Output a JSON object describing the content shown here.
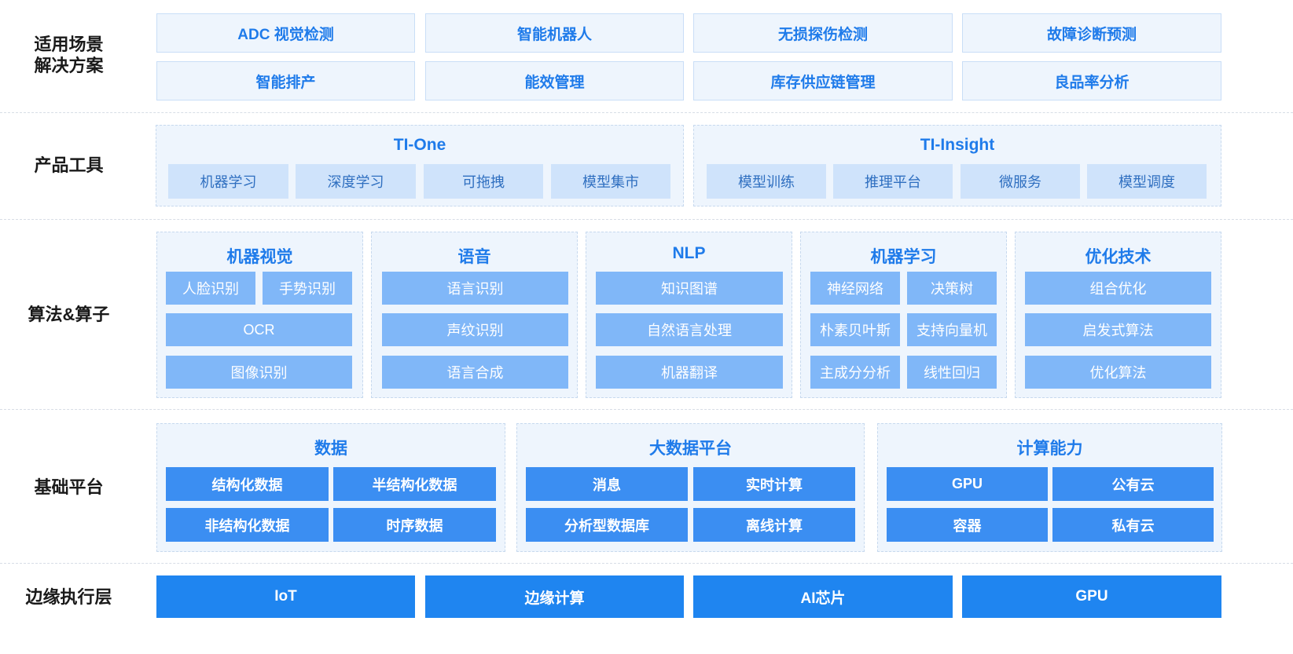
{
  "rows": {
    "scenarios": {
      "label": "适用场景\n解决方案"
    },
    "products": {
      "label": "产品工具"
    },
    "algorithms": {
      "label": "算法&算子"
    },
    "platform": {
      "label": "基础平台"
    },
    "edge": {
      "label": "边缘执行层"
    }
  },
  "scenarios": [
    "ADC 视觉检测",
    "智能机器人",
    "无损探伤检测",
    "故障诊断预测",
    "智能排产",
    "能效管理",
    "库存供应链管理",
    "良品率分析"
  ],
  "products": [
    {
      "title": "TI-One",
      "items": [
        "机器学习",
        "深度学习",
        "可拖拽",
        "模型集市"
      ]
    },
    {
      "title": "TI-Insight",
      "items": [
        "模型训练",
        "推理平台",
        "微服务",
        "模型调度"
      ]
    }
  ],
  "algorithms": [
    {
      "title": "机器视觉",
      "items": [
        "人脸识别",
        "手势识别",
        "OCR",
        "图像识别"
      ]
    },
    {
      "title": "语音",
      "items": [
        "语言识别",
        "声纹识别",
        "语言合成"
      ]
    },
    {
      "title": "NLP",
      "items": [
        "知识图谱",
        "自然语言处理",
        "机器翻译"
      ]
    },
    {
      "title": "机器学习",
      "items": [
        "神经网络",
        "决策树",
        "朴素贝叶斯",
        "支持向量机",
        "主成分分析",
        "线性回归"
      ]
    },
    {
      "title": "优化技术",
      "items": [
        "组合优化",
        "启发式算法",
        "优化算法"
      ]
    }
  ],
  "platform": [
    {
      "title": "数据",
      "items": [
        "结构化数据",
        "半结构化数据",
        "非结构化数据",
        "时序数据"
      ]
    },
    {
      "title": "大数据平台",
      "items": [
        "消息",
        "实时计算",
        "分析型数据库",
        "离线计算"
      ]
    },
    {
      "title": "计算能力",
      "items": [
        "GPU",
        "公有云",
        "容器",
        "私有云"
      ]
    }
  ],
  "edge": [
    "IoT",
    "边缘计算",
    "AI芯片",
    "GPU"
  ],
  "colors": {
    "accent": "#1f7bea",
    "scene_bg": "#eef5fd",
    "tool_bg": "#cfe3fb",
    "algo_bg": "#80b7f8",
    "base_bg": "#3b8ef2",
    "edge_bg": "#1f85f0"
  }
}
